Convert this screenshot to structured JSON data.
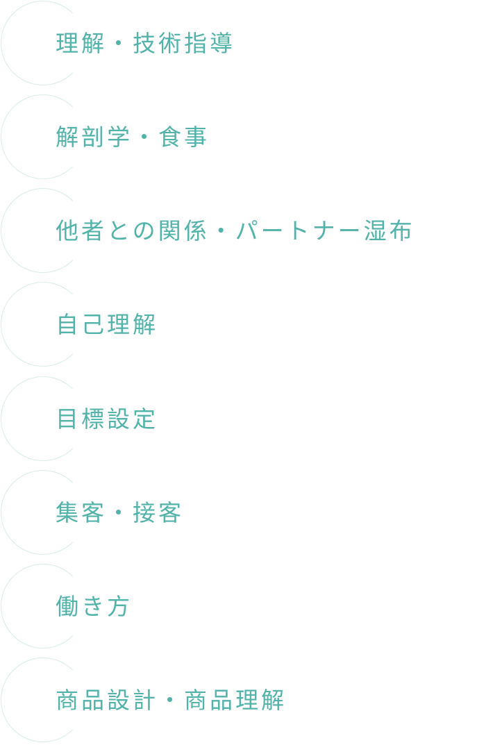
{
  "items": [
    {
      "label": "理解・技術指導"
    },
    {
      "label": "解剖学・食事"
    },
    {
      "label": "他者との関係・パートナー湿布"
    },
    {
      "label": "自己理解"
    },
    {
      "label": "目標設定"
    },
    {
      "label": "集客・接客"
    },
    {
      "label": "働き方"
    },
    {
      "label": "商品設計・商品理解"
    }
  ],
  "colors": {
    "text": "#52b3aa",
    "circle": "#d8ecea"
  }
}
